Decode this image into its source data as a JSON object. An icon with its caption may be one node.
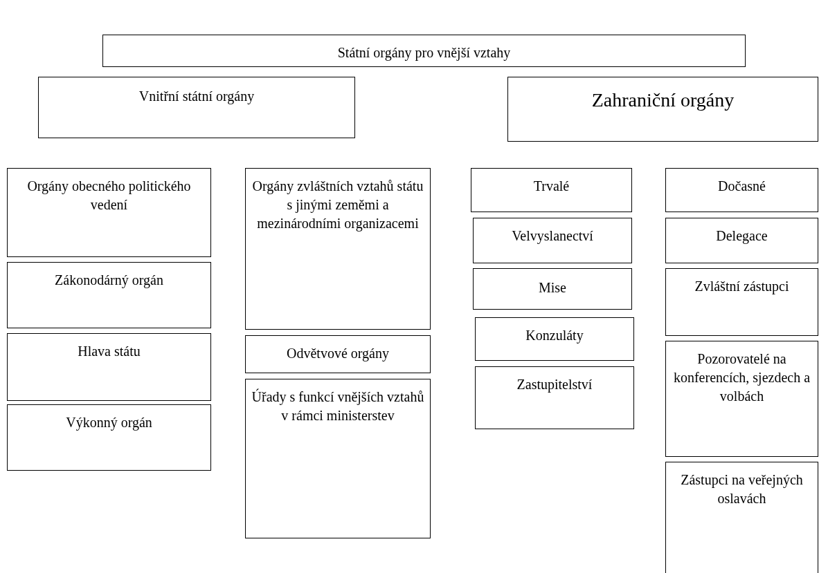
{
  "diagram": {
    "nodes": [
      {
        "text": [
          "Státní orgány pro vnější vztahy"
        ]
      },
      {
        "text": [
          "Vnitřní státní orgány"
        ]
      },
      {
        "text": [
          "Zahraniční orgány"
        ]
      },
      {
        "text": [
          "Orgány obecného politického vedení"
        ]
      },
      {
        "text": [
          "Zákonodárný orgán"
        ]
      },
      {
        "text": [
          "Hlava státu"
        ]
      },
      {
        "text": [
          "Výkonný orgán"
        ]
      },
      {
        "text": [
          "Orgány zvláštních vztahů státu s jinými zeměmi a mezinárodními organizacemi"
        ]
      },
      {
        "text": [
          "Odvětvové orgány"
        ]
      },
      {
        "text": [
          "Úřady s funkcí vnějších vztahů v rámci ministerstev"
        ]
      },
      {
        "text": [
          "Trvalé"
        ]
      },
      {
        "text": [
          "Velvyslanectví"
        ]
      },
      {
        "text": [
          "Mise"
        ]
      },
      {
        "text": [
          "Konzuláty"
        ]
      },
      {
        "text": [
          "Zastupitelství"
        ]
      },
      {
        "text": [
          "Dočasné"
        ]
      },
      {
        "text": [
          "Delegace"
        ]
      },
      {
        "text": [
          "Zvláštní zástupci"
        ]
      },
      {
        "text": [
          "Pozorovatelé na konferencích, sjezdech a volbách"
        ]
      },
      {
        "text": [
          "Zástupci na veřejných oslavách"
        ]
      }
    ]
  }
}
